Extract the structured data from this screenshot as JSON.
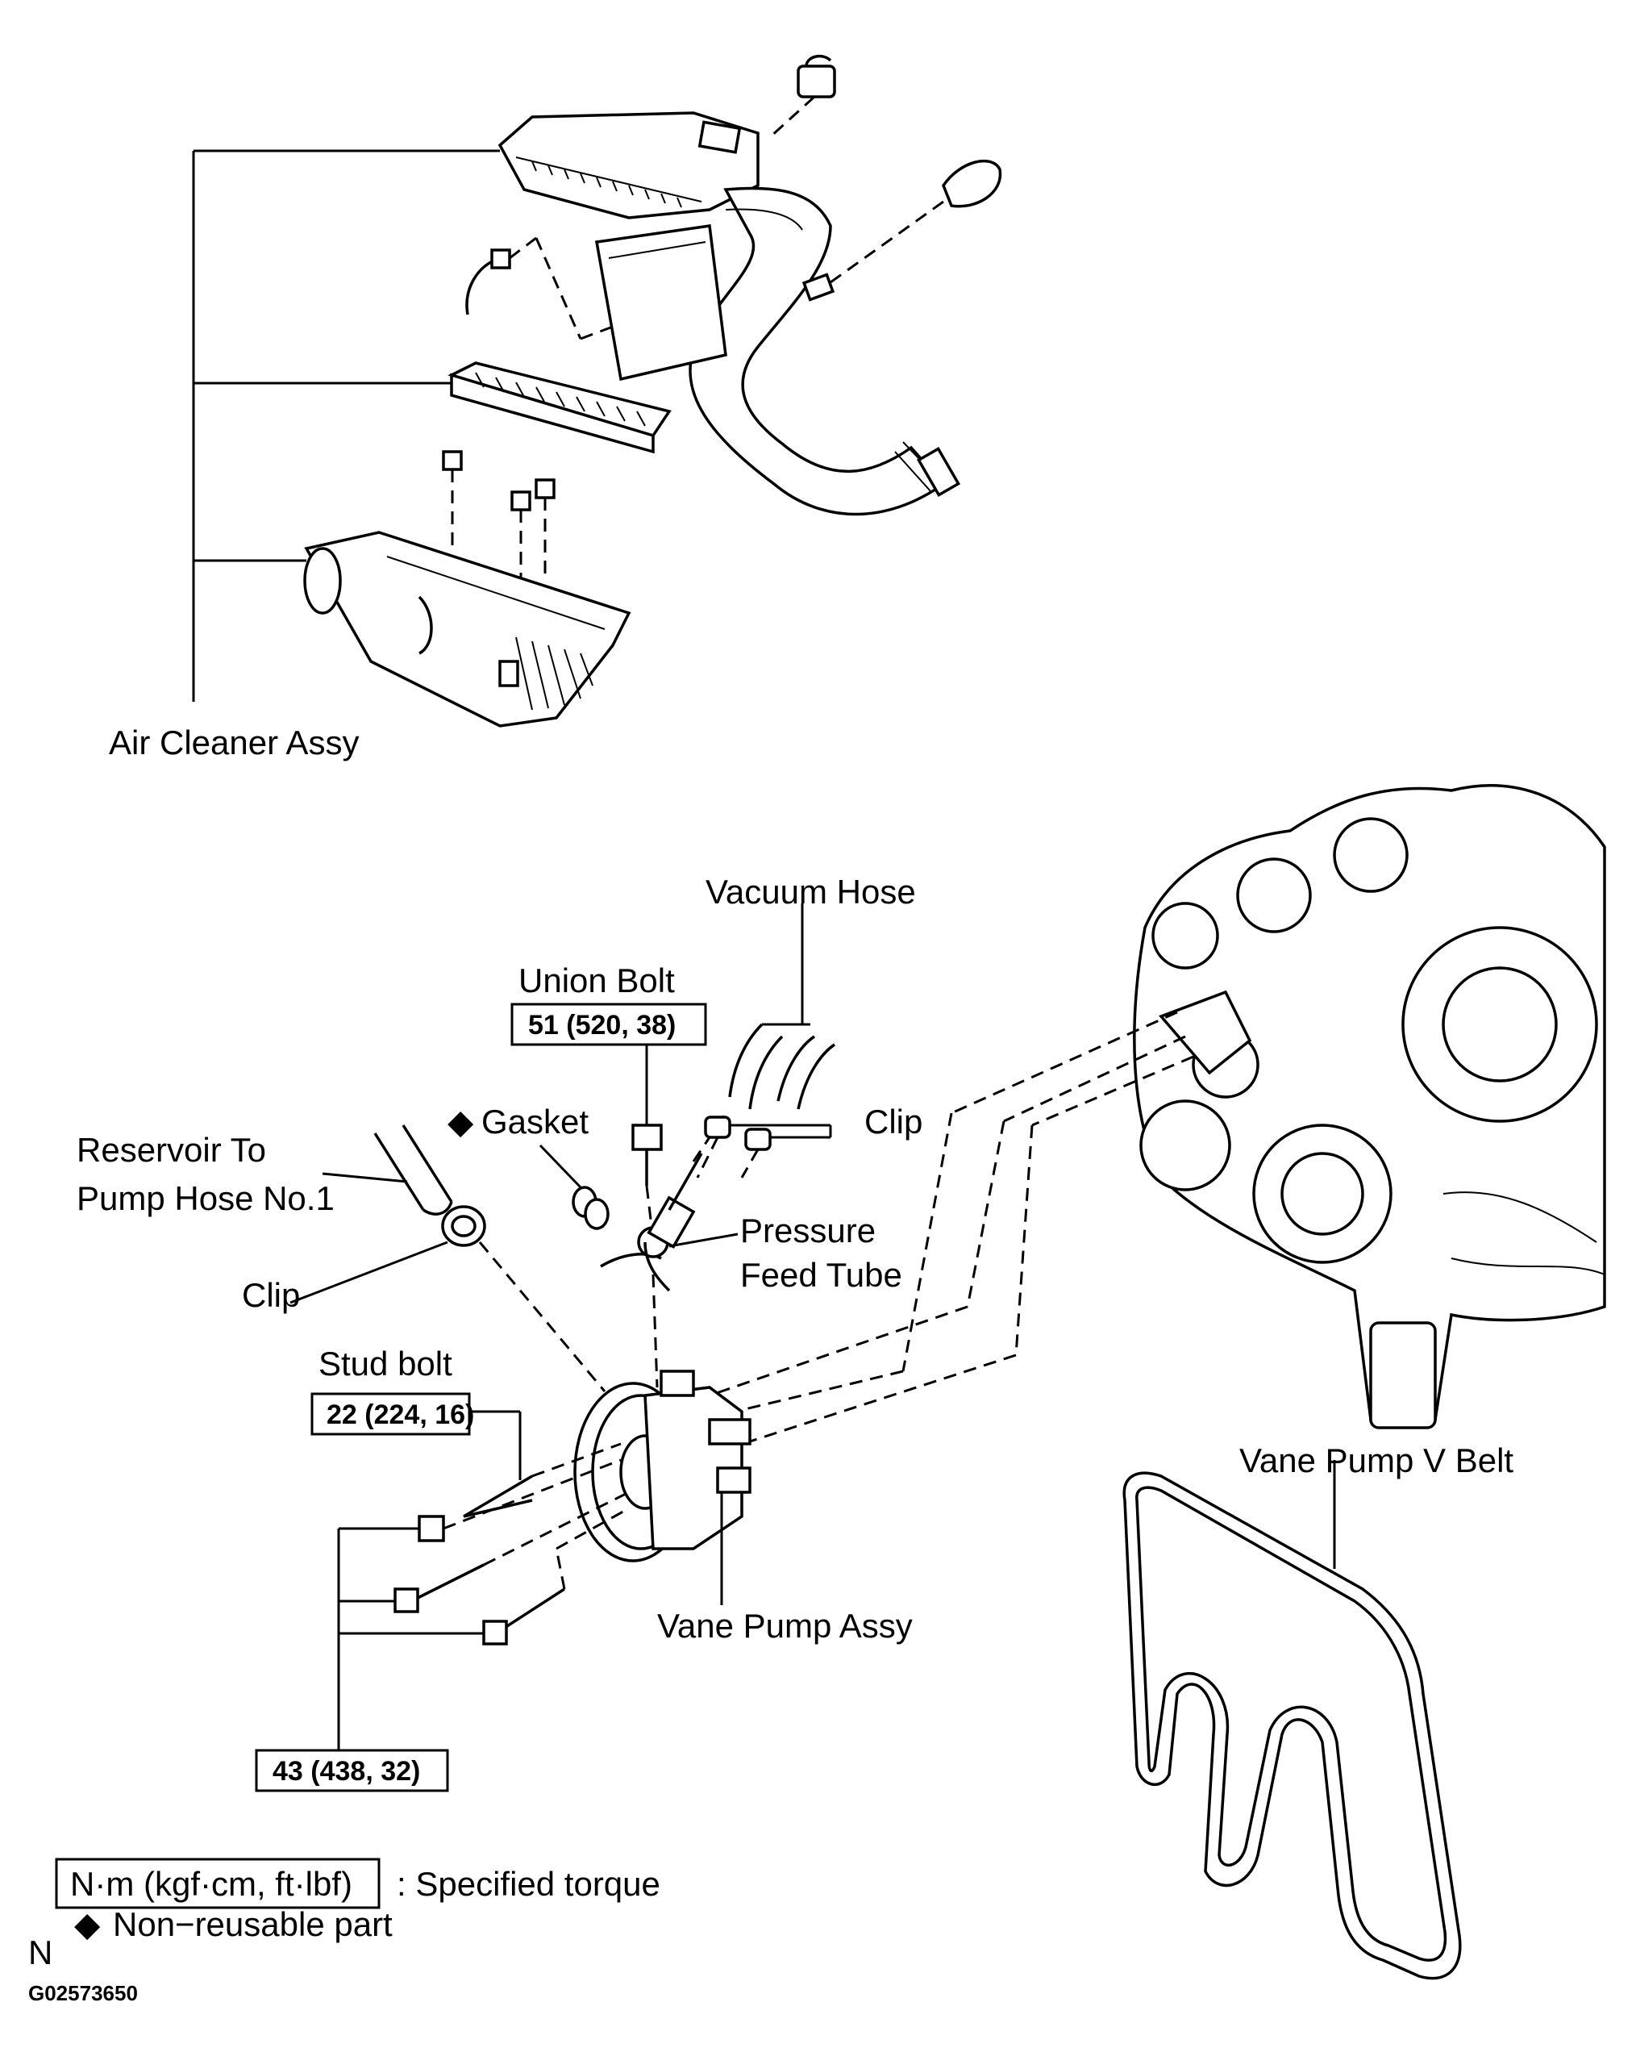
{
  "labels": {
    "air_cleaner_assy": "Air Cleaner Assy",
    "vacuum_hose": "Vacuum Hose",
    "union_bolt": "Union Bolt",
    "gasket": "Gasket",
    "clip_upper": "Clip",
    "reservoir_line1": "Reservoir To",
    "reservoir_line2": "Pump Hose No.1",
    "clip_left": "Clip",
    "pressure_feed_line1": "Pressure",
    "pressure_feed_line2": "Feed Tube",
    "stud_bolt": "Stud bolt",
    "vane_pump_assy": "Vane Pump Assy",
    "vane_pump_v_belt": "Vane Pump V Belt"
  },
  "torques": {
    "union_bolt": "51 (520, 38)",
    "stud_bolt": "22 (224, 16)",
    "mount_bolts": "43 (438, 32)"
  },
  "legend": {
    "torque_unit_box": "N·m (kgf·cm, ft·lbf)",
    "torque_desc": ": Specified torque",
    "nonreusable_symbol": "◆",
    "nonreusable_desc": "Non−reusable part",
    "corner_mark": "N"
  },
  "figure_code": "G02573650"
}
